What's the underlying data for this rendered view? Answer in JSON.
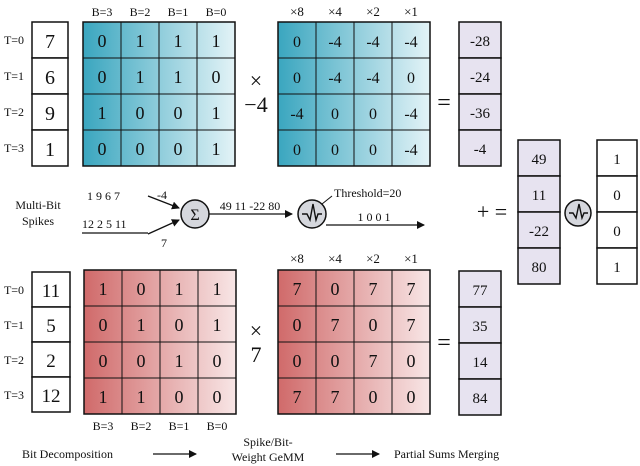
{
  "top": {
    "t_labels": [
      "T=0",
      "T=1",
      "T=2",
      "T=3"
    ],
    "b_labels": [
      "B=3",
      "B=2",
      "B=1",
      "B=0"
    ],
    "inputs": [
      "7",
      "6",
      "9",
      "1"
    ],
    "bits": [
      [
        "0",
        "1",
        "1",
        "1"
      ],
      [
        "0",
        "1",
        "1",
        "0"
      ],
      [
        "1",
        "0",
        "0",
        "1"
      ],
      [
        "0",
        "0",
        "0",
        "1"
      ]
    ],
    "multiplier_symbol": "×",
    "multiplier": "−4",
    "weight_headers": [
      "×8",
      "×4",
      "×2",
      "×1"
    ],
    "weights": [
      [
        "0",
        "-4",
        "-4",
        "-4"
      ],
      [
        "0",
        "-4",
        "-4",
        "0"
      ],
      [
        "-4",
        "0",
        "0",
        "-4"
      ],
      [
        "0",
        "0",
        "0",
        "-4"
      ]
    ],
    "equals": "=",
    "results": [
      "-28",
      "-24",
      "-36",
      "-4"
    ]
  },
  "middle": {
    "label_line1": "Multi-Bit",
    "label_line2": "Spikes",
    "spikes_a": "1 9 6 7",
    "spikes_b": "12 2 5 11",
    "weight_a": "-4",
    "weight_b": "7",
    "sum_symbol": "Σ",
    "sum_output": "49 11 -22 80",
    "threshold": "Threshold=20",
    "spike_output": "1 0 0 1",
    "plus_equals": "+ ="
  },
  "merged": {
    "sums": [
      "49",
      "11",
      "-22",
      "80"
    ],
    "outputs": [
      "1",
      "0",
      "0",
      "1"
    ]
  },
  "bottom": {
    "t_labels": [
      "T=0",
      "T=1",
      "T=2",
      "T=3"
    ],
    "b_labels": [
      "B=3",
      "B=2",
      "B=1",
      "B=0"
    ],
    "inputs": [
      "11",
      "5",
      "2",
      "12"
    ],
    "bits": [
      [
        "1",
        "0",
        "1",
        "1"
      ],
      [
        "0",
        "1",
        "0",
        "1"
      ],
      [
        "0",
        "0",
        "1",
        "0"
      ],
      [
        "1",
        "1",
        "0",
        "0"
      ]
    ],
    "multiplier_symbol": "×",
    "multiplier": "7",
    "weight_headers": [
      "×8",
      "×4",
      "×2",
      "×1"
    ],
    "weights": [
      [
        "7",
        "0",
        "7",
        "7"
      ],
      [
        "0",
        "7",
        "0",
        "7"
      ],
      [
        "0",
        "0",
        "7",
        "0"
      ],
      [
        "7",
        "7",
        "0",
        "0"
      ]
    ],
    "equals": "=",
    "results": [
      "77",
      "35",
      "14",
      "84"
    ]
  },
  "legend": {
    "bit_decomposition": "Bit Decomposition",
    "gemm_line1": "Spike/Bit-",
    "gemm_line2": "Weight GeMM",
    "partial_sums": "Partial Sums Merging"
  },
  "colors": {
    "blue_dark": "#3aa6bf",
    "blue_light": "#e3f3f7",
    "red_dark": "#d06a6a",
    "red_light": "#f8e6e6",
    "lavender": "#e7e3f0",
    "circle_fill": "#d5d7dd"
  }
}
